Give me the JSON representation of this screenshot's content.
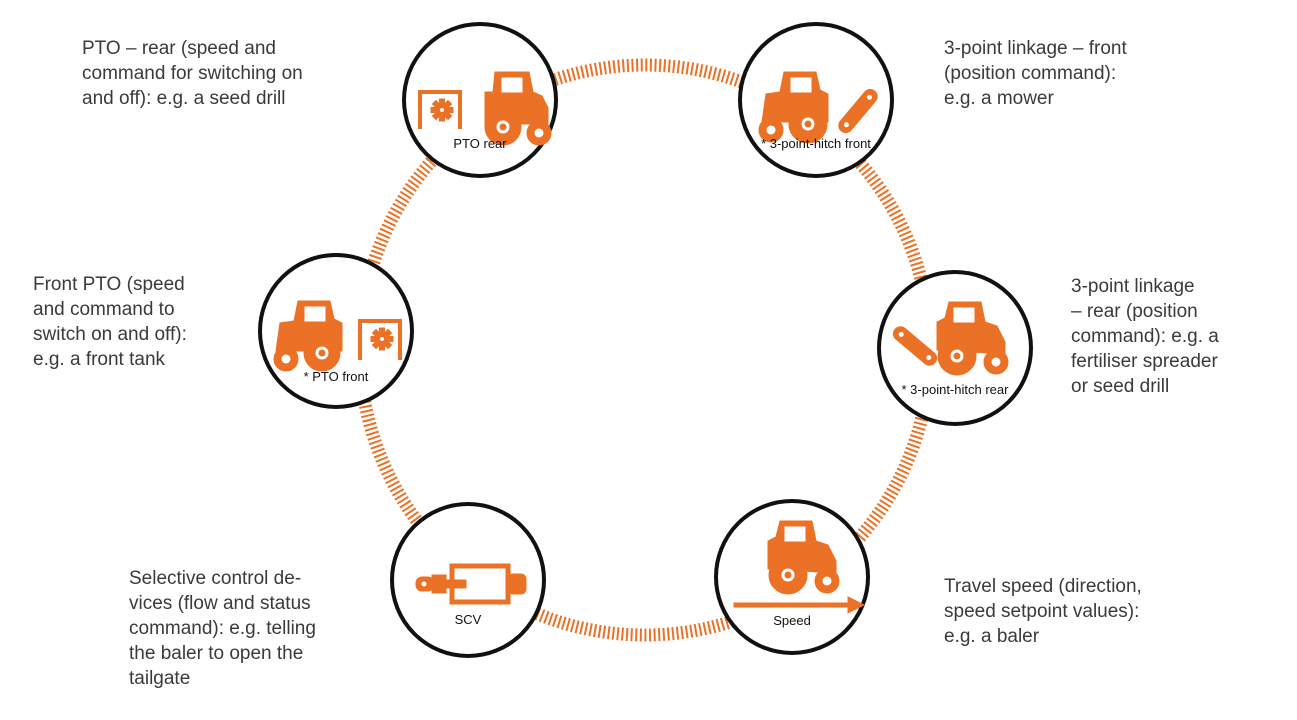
{
  "accent_color": "#EA7126",
  "nodes": {
    "pto_rear": {
      "label": "PTO rear",
      "icon": "tractor-with-rear-pto-implement-icon",
      "description": "PTO – rear (speed and\ncommand for switching on\nand off): e.g. a seed drill"
    },
    "hitch_front": {
      "label": "* 3-point-hitch front",
      "icon": "tractor-with-front-linkage-icon",
      "description": "3-point linkage – front\n(position command):\ne.g. a mower"
    },
    "pto_front": {
      "label": "* PTO front",
      "icon": "tractor-with-front-pto-implement-icon",
      "description": "Front PTO (speed\nand command to\nswitch on and off):\ne.g. a front tank"
    },
    "hitch_rear": {
      "label": "* 3-point-hitch rear",
      "icon": "tractor-with-rear-linkage-icon",
      "description": "3-point linkage\n– rear (position\ncommand): e.g. a\nfertiliser spreader\nor seed drill"
    },
    "scv": {
      "label": "SCV",
      "icon": "hydraulic-cylinder-icon",
      "description": "Selective control de-\nvices (flow and status\ncommand): e.g. telling\nthe baler to open the\ntailgate"
    },
    "speed": {
      "label": "Speed",
      "icon": "tractor-with-arrow-icon",
      "description": "Travel speed (direction,\nspeed setpoint values):\ne.g. a baler"
    }
  }
}
